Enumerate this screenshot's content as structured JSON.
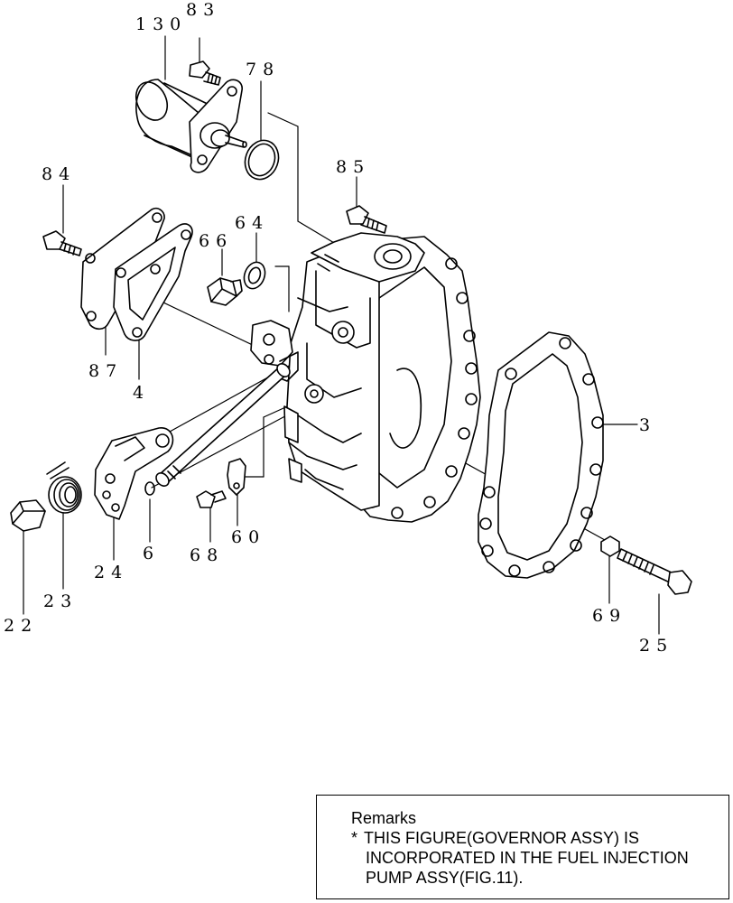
{
  "part_labels": [
    {
      "id": "130",
      "text": "130"
    },
    {
      "id": "83",
      "text": "83"
    },
    {
      "id": "78",
      "text": "78"
    },
    {
      "id": "84",
      "text": "84"
    },
    {
      "id": "85",
      "text": "85"
    },
    {
      "id": "66",
      "text": "66"
    },
    {
      "id": "64",
      "text": "64"
    },
    {
      "id": "87",
      "text": "87"
    },
    {
      "id": "4",
      "text": "4"
    },
    {
      "id": "3",
      "text": "3"
    },
    {
      "id": "24",
      "text": "24"
    },
    {
      "id": "6",
      "text": "6"
    },
    {
      "id": "68",
      "text": "68"
    },
    {
      "id": "60",
      "text": "60"
    },
    {
      "id": "23",
      "text": "23"
    },
    {
      "id": "22",
      "text": "22"
    },
    {
      "id": "69",
      "text": "69"
    },
    {
      "id": "25",
      "text": "25"
    }
  ],
  "remarks": {
    "title": "Remarks",
    "bullet": "*",
    "line1": "THIS FIGURE(GOVERNOR ASSY) IS",
    "line2": "INCORPORATED IN THE FUEL INJECTION",
    "line3": "PUMP ASSY(FIG.11)."
  },
  "line_color": "#000000"
}
